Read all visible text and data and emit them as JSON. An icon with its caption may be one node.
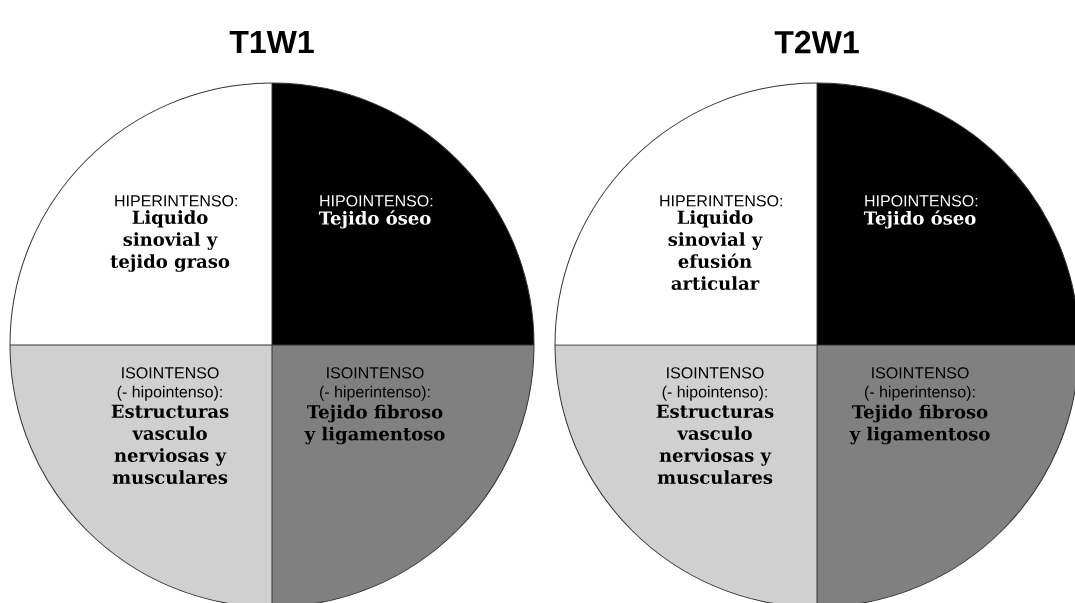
{
  "diagram": {
    "nodes": [
      {
        "text": [
          "T1W1"
        ]
      },
      {
        "text": [
          "HIPERINTENSO:",
          "Liquido sinovial y tejido graso"
        ],
        "in": 0
      },
      {
        "text": [
          "HIPOINTENSO:",
          "Tejido óseo"
        ],
        "in": 0
      },
      {
        "text": [
          "ISOINTENSO (- hipointenso):",
          "Estructuras vasculo nerviosas y musculares"
        ],
        "in": 0
      },
      {
        "text": [
          "ISOINTENSO (- hiperintenso):",
          "Tejido fibroso y ligamentoso"
        ],
        "in": 0
      },
      {
        "text": [
          "T2W1"
        ]
      },
      {
        "text": [
          "HIPERINTENSO:",
          "Liquido sinovial y efusión articular"
        ],
        "in": 5
      },
      {
        "text": [
          "HIPOINTENSO:",
          "Tejido óseo"
        ],
        "in": 5
      },
      {
        "text": [
          "ISOINTENSO (- hipointenso):",
          "Estructuras vasculo nerviosas y musculares"
        ],
        "in": 5
      },
      {
        "text": [
          "ISOINTENSO (- hiperintenso):",
          "Tejido fibroso y ligamentoso"
        ],
        "in": 5
      }
    ]
  }
}
